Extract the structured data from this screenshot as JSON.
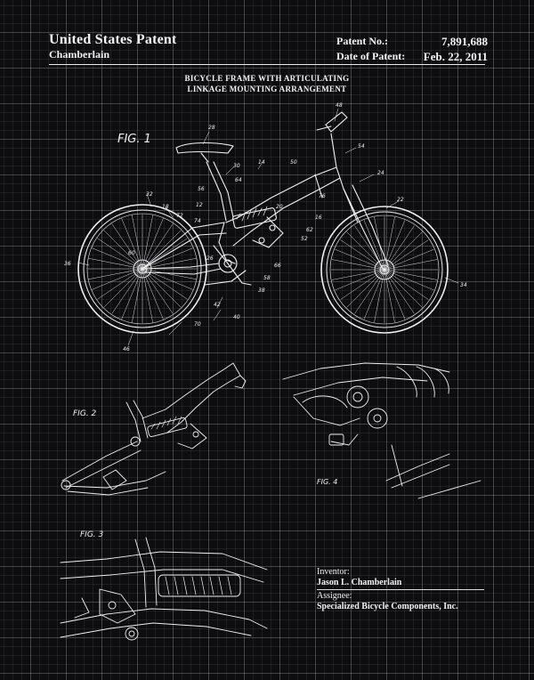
{
  "header": {
    "office": "United States Patent",
    "inventor_short": "Chamberlain",
    "patent_no_label": "Patent No.:",
    "patent_no": "7,891,688",
    "date_label": "Date of Patent:",
    "date": "Feb. 22, 2011"
  },
  "title": {
    "line1": "BICYCLE FRAME WITH ARTICULATING",
    "line2": "LINKAGE MOUNTING ARRANGEMENT"
  },
  "figures": {
    "fig1": "FIG. 1",
    "fig2": "FIG. 2",
    "fig3": "FIG. 3",
    "fig4": "FIG. 4"
  },
  "fig1_numbers": [
    "48",
    "28",
    "54",
    "14",
    "50",
    "30",
    "24",
    "56",
    "64",
    "22",
    "32",
    "18",
    "72",
    "74",
    "12",
    "20",
    "76",
    "16",
    "62",
    "52",
    "36",
    "34",
    "66",
    "58",
    "38",
    "42",
    "40",
    "70",
    "46",
    "60",
    "26"
  ],
  "meta": {
    "inventor_label": "Inventor:",
    "inventor": "Jason L. Chamberlain",
    "assignee_label": "Assignee:",
    "assignee": "Specialized Bicycle Components, Inc."
  },
  "colors": {
    "background": "#0d0d0f",
    "ink": "#f2f2f2",
    "grid": "#ffffff"
  }
}
